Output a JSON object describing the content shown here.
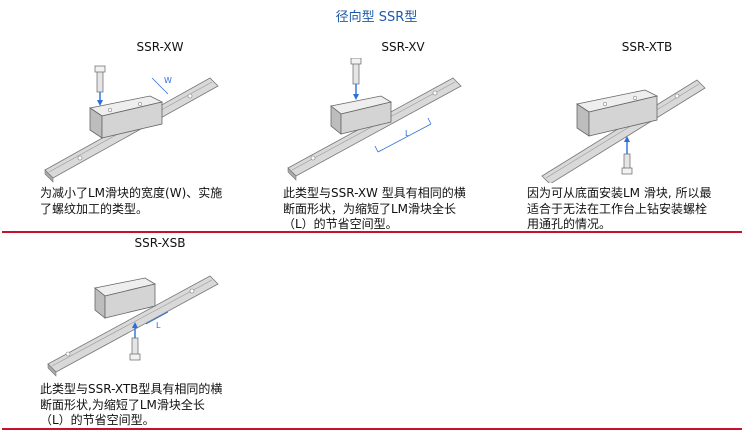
{
  "title": "径向型 SSR型",
  "items": [
    {
      "name": "SSR-XW",
      "desc": [
        "为减小了LM滑块的宽度(W)、实施",
        "了螺纹加工的类型。"
      ],
      "dim_label": "W",
      "bolt": "top"
    },
    {
      "name": "SSR-XV",
      "desc": [
        "此类型与SSR-XW 型具有相同的横",
        "断面形状，为缩短了LM滑块全长",
        "（L）的节省空间型。"
      ],
      "dim_label": "L",
      "bolt": "top"
    },
    {
      "name": "SSR-XTB",
      "desc": [
        "因为可从底面安装LM 滑块, 所以最",
        "适合于无法在工作台上钻安装螺栓",
        "用通孔的情况。"
      ],
      "dim_label": "",
      "bolt": "bottom"
    },
    {
      "name": "SSR-XSB",
      "desc": [
        "此类型与SSR-XTB型具有相同的横",
        "断面形状,为缩短了LM滑块全长",
        "（L）的节省空间型。"
      ],
      "dim_label": "L",
      "bolt": "bottom"
    }
  ],
  "colors": {
    "title": "#1f5aa8",
    "divider": "#c8102e",
    "arrow": "#2a6fdb"
  }
}
